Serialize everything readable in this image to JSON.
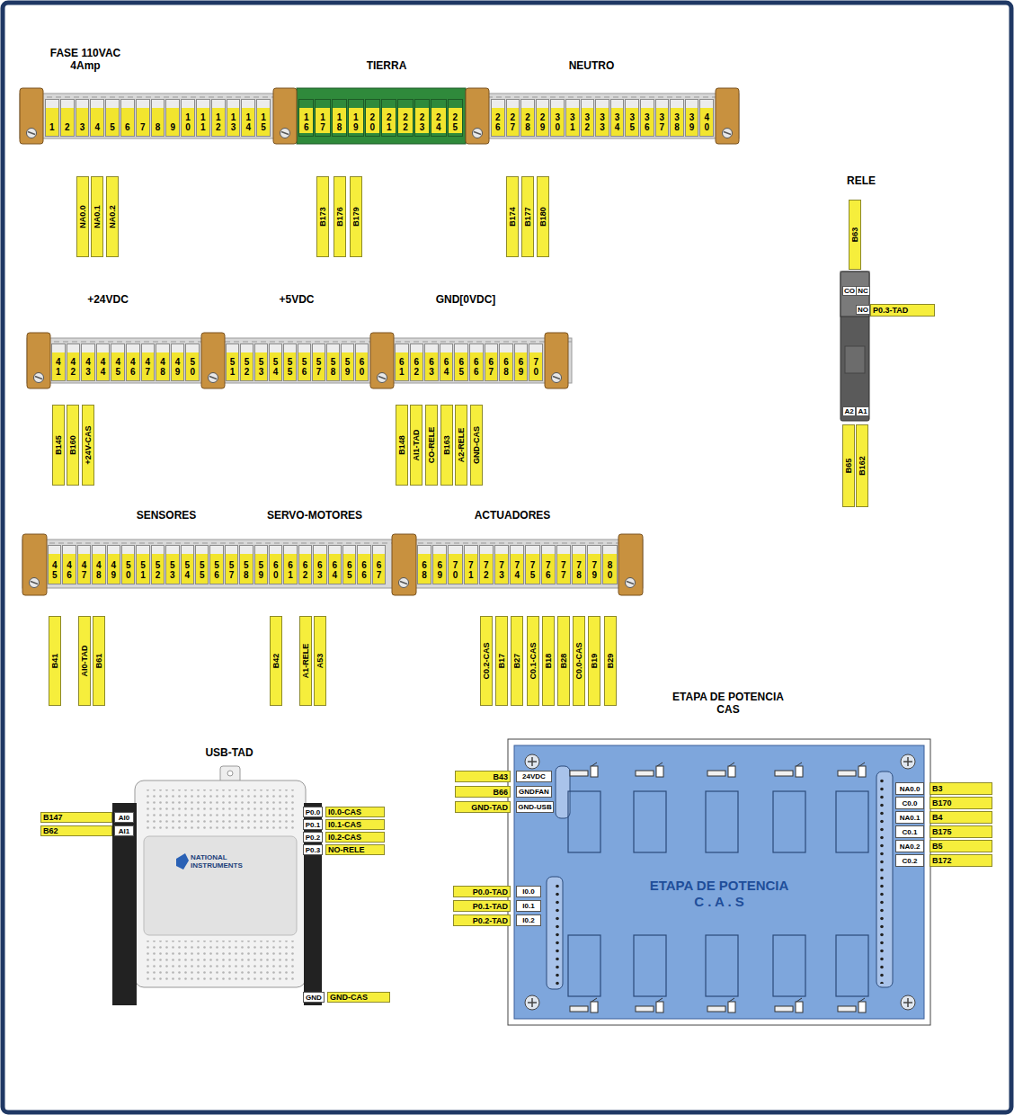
{
  "diagram": {
    "nodes": [
      {
        "text": [
          "FASE 110VAC 4Amp"
        ]
      },
      {
        "text": [
          "TIERRA"
        ]
      },
      {
        "text": [
          "NEUTRO"
        ]
      },
      {
        "text": [
          "+24VDC"
        ]
      },
      {
        "text": [
          "+5VDC"
        ]
      },
      {
        "text": [
          "GND[0VDC]"
        ]
      },
      {
        "text": [
          "SENSORES"
        ]
      },
      {
        "text": [
          "SERVO-MOTORES"
        ]
      },
      {
        "text": [
          "ACTUADORES"
        ]
      },
      {
        "text": [
          "RELE"
        ]
      },
      {
        "text": [
          "USB-TAD"
        ]
      },
      {
        "text": [
          "ETAPA DE POTENCIA CAS",
          "ETAPA DE POTENCIA C . A . S"
        ]
      }
    ],
    "labels": [
      "1",
      "2",
      "3",
      "4",
      "5",
      "6",
      "7",
      "8",
      "9",
      "10",
      "11",
      "12",
      "13",
      "14",
      "15",
      "NA0.0",
      "NA0.1",
      "NA0.2",
      "16",
      "17",
      "18",
      "19",
      "20",
      "21",
      "22",
      "23",
      "24",
      "25",
      "B173",
      "B176",
      "B179",
      "26",
      "27",
      "28",
      "29",
      "30",
      "31",
      "32",
      "33",
      "34",
      "35",
      "36",
      "37",
      "38",
      "39",
      "40",
      "B174",
      "B177",
      "B180",
      "41",
      "42",
      "43",
      "44",
      "45",
      "46",
      "47",
      "48",
      "49",
      "50",
      "B145",
      "B160",
      "+24V-CAS",
      "51",
      "52",
      "53",
      "54",
      "55",
      "56",
      "57",
      "58",
      "59",
      "60",
      "61",
      "62",
      "63",
      "64",
      "65",
      "66",
      "67",
      "68",
      "69",
      "70",
      "B148",
      "AI1-TAD",
      "CO-RELE",
      "B163",
      "A2-RELE",
      "GND-CAS",
      "45",
      "46",
      "47",
      "48",
      "49",
      "50",
      "51",
      "52",
      "53",
      "54",
      "55",
      "56",
      "57",
      "58",
      "59",
      "60",
      "61",
      "62",
      "63",
      "64",
      "65",
      "66",
      "67",
      "B41",
      "AI0-TAD",
      "B61",
      "B42",
      "A1-RELE",
      "A53",
      "68",
      "69",
      "70",
      "71",
      "72",
      "73",
      "74",
      "75",
      "76",
      "77",
      "78",
      "79",
      "80",
      "C0.2-CAS",
      "B17",
      "B27",
      "C0.1-CAS",
      "B18",
      "B28",
      "C0.0-CAS",
      "B19",
      "B29",
      "B63",
      "CO",
      "NC",
      "NO",
      "P0.3-TAD",
      "A2",
      "A1",
      "B65",
      "B162",
      "B147",
      "B62",
      "AI0",
      "AI1",
      "P0.0",
      "P0.1",
      "P0.2",
      "P0.3",
      "I0.0-CAS",
      "I0.1-CAS",
      "I0.2-CAS",
      "NO-RELE",
      "GND",
      "GND-CAS",
      "NATIONAL INSTRUMENTS",
      "B43",
      "B66",
      "GND-TAD",
      "24VDC",
      "GNDFAN",
      "GND-USB",
      "P0.0-TAD",
      "P0.1-TAD",
      "P0.2-TAD",
      "I0.0",
      "I0.1",
      "I0.2",
      "NA0.0",
      "C0.0",
      "NA0.1",
      "C0.1",
      "NA0.2",
      "C0.2",
      "B3",
      "B170",
      "B4",
      "B175",
      "B5",
      "B172"
    ]
  }
}
